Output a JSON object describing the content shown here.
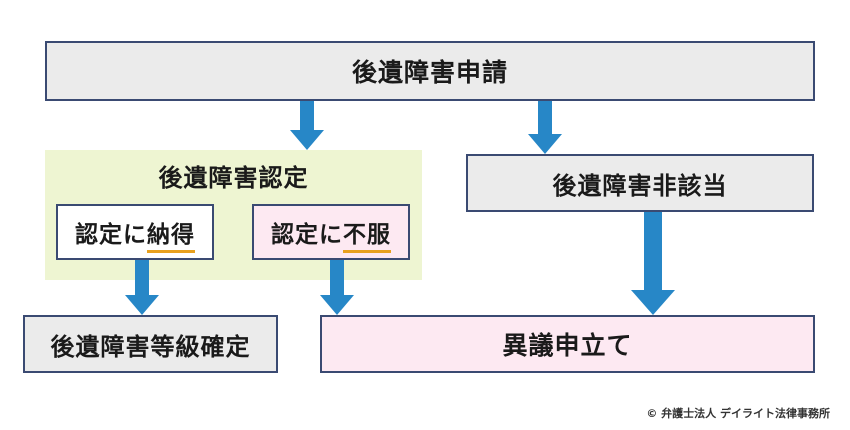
{
  "nodes": {
    "apply": "後遺障害申請",
    "recognized": "後遺障害認定",
    "accept_prefix": "認定に",
    "accept_emph": "納得",
    "dispute_prefix": "認定に",
    "dispute_emph": "不服",
    "not_applicable": "後遺障害非該当",
    "grade_confirmed": "後遺障害等級確定",
    "objection": "異議申立て"
  },
  "credit": "© 弁護士法人 デイライト法律事務所",
  "colors": {
    "arrow": "#2787c7",
    "border": "#3a4a72",
    "grey_fill": "#ebebeb",
    "pink_fill": "#fde9f2",
    "green_panel": "#eef5d2",
    "underline": "#e8a11e"
  }
}
